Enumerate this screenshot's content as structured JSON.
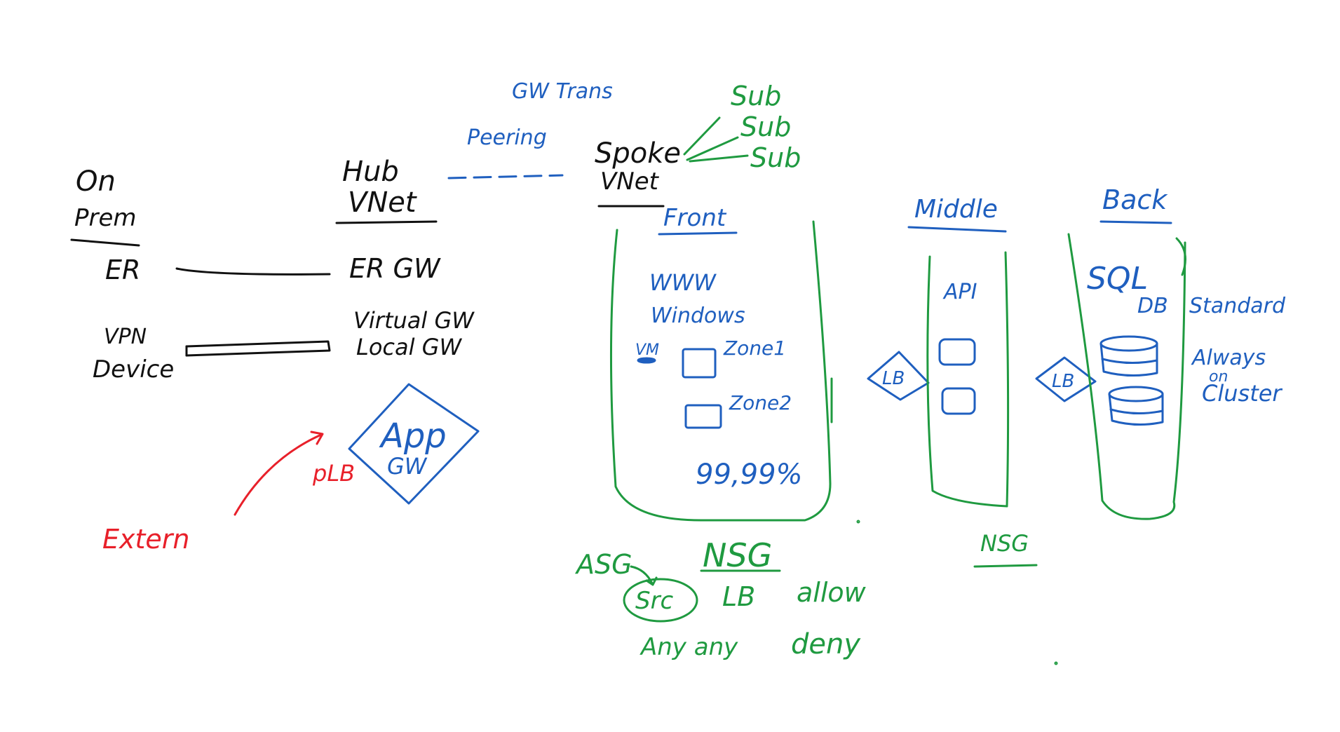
{
  "onprem": {
    "line1": "On",
    "line2": "Prem",
    "er": "ER",
    "vpn1": "VPN",
    "vpn2": "Device"
  },
  "hub": {
    "line1": "Hub",
    "line2": "VNet",
    "er_gw": "ER GW",
    "virtual_gw": "Virtual GW",
    "local_gw": "Local GW"
  },
  "app_gw": {
    "line1": "App",
    "line2": "GW",
    "plb": "pLB"
  },
  "extern": "Extern",
  "peering": {
    "gw_trans": "GW Trans",
    "label": "Peering"
  },
  "spoke": {
    "line1": "Spoke",
    "line2": "VNet",
    "subnets": [
      "Sub",
      "Sub",
      "Sub"
    ]
  },
  "front": {
    "title": "Front",
    "www": "WWW",
    "windows": "Windows",
    "vm": "VM",
    "zone1": "Zone1",
    "zone2": "Zone2",
    "sla": "99,99%"
  },
  "middle": {
    "title": "Middle",
    "api": "API",
    "lb": "LB"
  },
  "back": {
    "title": "Back",
    "sql": "SQL",
    "db": "DB",
    "standard": "Standard",
    "lb": "LB",
    "always": "Always",
    "on": "on",
    "cluster": "Cluster"
  },
  "nsg_front": {
    "asg": "ASG",
    "nsg": "NSG",
    "src": "Src",
    "lb": "LB",
    "allow": "allow",
    "any_any": "Any any",
    "deny": "deny"
  },
  "nsg_middle": "NSG",
  "colors": {
    "black": "#111111",
    "blue": "#1f5fbf",
    "green": "#1f9a40",
    "red": "#e8202a"
  }
}
